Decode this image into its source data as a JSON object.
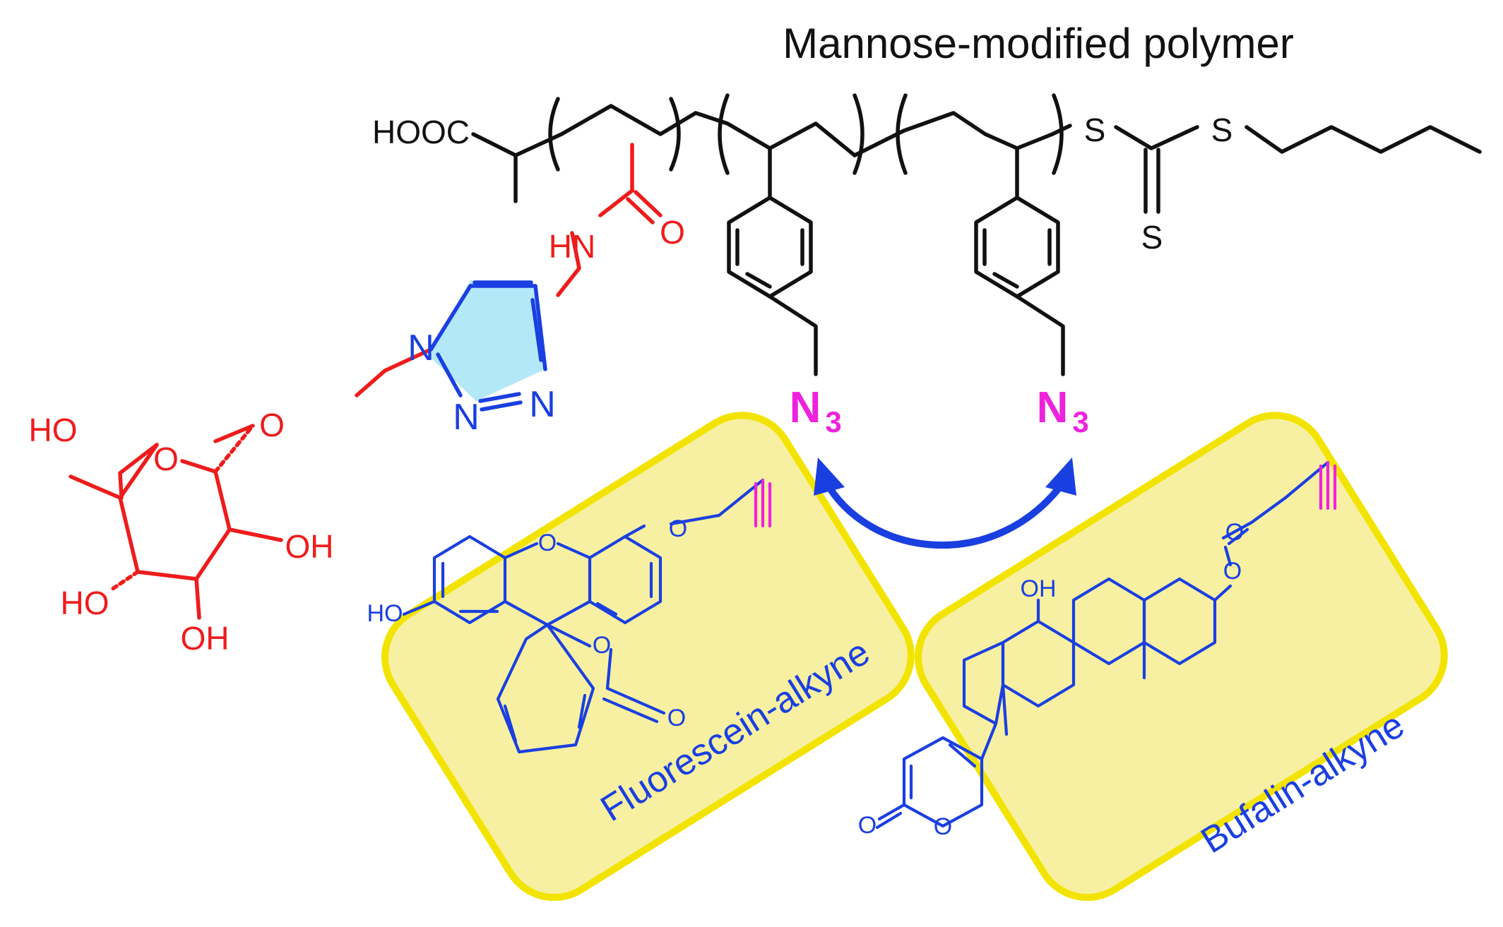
{
  "title": "Mannose-modified polymer",
  "polymer": {
    "end_group": "HOOC",
    "sulfur_atom": "S",
    "amide_nh": "HN",
    "carbonyl_o": "O"
  },
  "azide": {
    "symbol": "N",
    "subscript": "3"
  },
  "triazole": {
    "n1": "N",
    "n2": "N",
    "n3": "N"
  },
  "mannose": {
    "ring_o": "O",
    "linker_o": "O",
    "hydroxyls": [
      "HO",
      "OH",
      "HO",
      "OH"
    ]
  },
  "boxes": [
    {
      "label": "Fluorescein-alkyne",
      "atoms": [
        "O",
        "O",
        "HO",
        "O",
        "O"
      ]
    },
    {
      "label": "Bufalin-alkyne",
      "atoms": [
        "O",
        "O",
        "OH",
        "O",
        "O"
      ]
    }
  ],
  "colors": {
    "backbone": "#111111",
    "mannose": "#ee1c1c",
    "triazole": "#1a3fe0",
    "triazole_highlight": "#b3e8f8",
    "azide": "#ee22dd",
    "alkyne": "#ee22dd",
    "box_fill": "#f7f0a2",
    "box_border": "#f2e400",
    "arrow": "#1a3fe0"
  }
}
